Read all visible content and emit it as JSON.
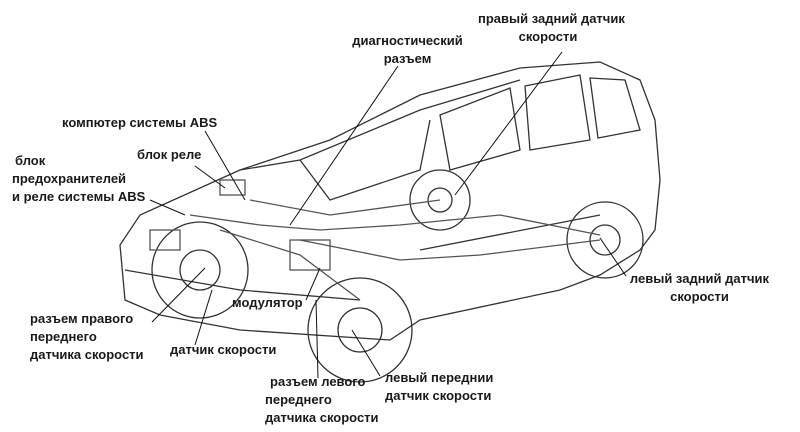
{
  "labels": {
    "right_rear_sensor": [
      "правый задний датчик",
      "скорости"
    ],
    "diag_connector": [
      "диагностический",
      "разъем"
    ],
    "abs_computer": [
      "компютер системы ABS"
    ],
    "relay_block": [
      "блок реле"
    ],
    "fuse_block": [
      "блок",
      "предохранителей",
      "и реле системы ABS"
    ],
    "left_rear_sensor": [
      "левый задний датчик",
      "скорости"
    ],
    "modulator": [
      "модулятор"
    ],
    "right_front_connector": [
      "разъем правого",
      "переднего",
      "датчика скорости"
    ],
    "speed_sensor": [
      "датчик скорости"
    ],
    "left_front_connector": [
      "разъем левого",
      "переднего",
      "датчика скорости"
    ],
    "left_front_sensor": [
      "левый переднии",
      "датчик скорости"
    ]
  }
}
